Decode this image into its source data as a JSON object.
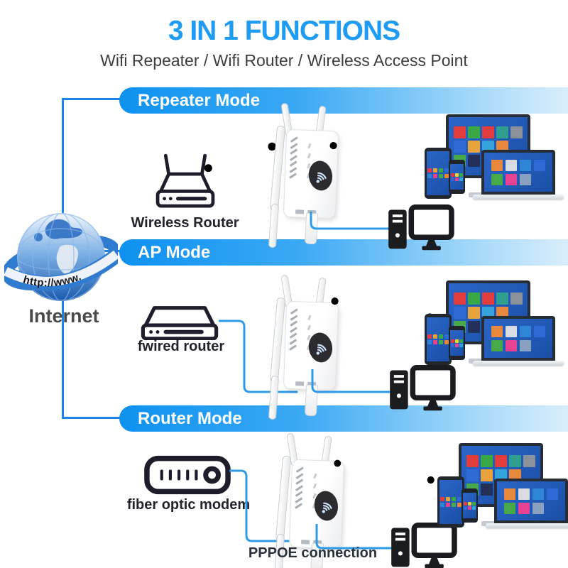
{
  "header": {
    "title": "3 IN 1 FUNCTIONS",
    "subtitle": "Wifi Repeater / Wifi Router / Wireless Access Point"
  },
  "internet": {
    "label": "Internet",
    "ribbon": "http://www."
  },
  "sections": [
    {
      "banner": "Repeater Mode",
      "source_label": "Wireless Router"
    },
    {
      "banner": "AP Mode",
      "source_label": "fwired router"
    },
    {
      "banner": "Router Mode",
      "source_label": "fiber optic modem",
      "connection_label": "PPPOE connection"
    }
  ],
  "colors": {
    "title_blue": "#1e9bf2",
    "banner_blue": "#0d91f0",
    "wifi_orange": "#ef930e",
    "wifi_blue": "#1d72e8",
    "connector_blue": "#2e9be6",
    "screen_blue": "#2058b8",
    "lineart_dark": "#1d1d2b"
  },
  "tiles": {
    "monitor": [
      [
        "#e23c3c",
        "#3aa845",
        "#e23c3c",
        "#2f9e8f",
        "#8a9199"
      ],
      [
        "#2f6bd6",
        "#e8a33c",
        "#35a3dc",
        "#e8883c",
        null
      ],
      [
        "#48a948",
        "#23315a",
        "#7f98b8",
        null,
        null
      ]
    ],
    "laptop": [
      [
        "#e8883c",
        "#d8dce2",
        "#2f86d6",
        "#2f6bd6"
      ],
      [
        "#48a948",
        "#e84393",
        "#8aa0c0",
        null
      ]
    ],
    "tablet": [
      [
        "#e23c3c",
        "#e8a33c",
        "#3aa845",
        "#2f6bd6"
      ],
      [
        "#2f86d6",
        "#e84393",
        "#48a948",
        "#e8883c"
      ]
    ],
    "phone": [
      [
        "#e23c3c",
        "#e8d23c",
        "#3aa845"
      ],
      [
        "#2f6bd6",
        "#e84393",
        "#35a3dc"
      ]
    ]
  }
}
